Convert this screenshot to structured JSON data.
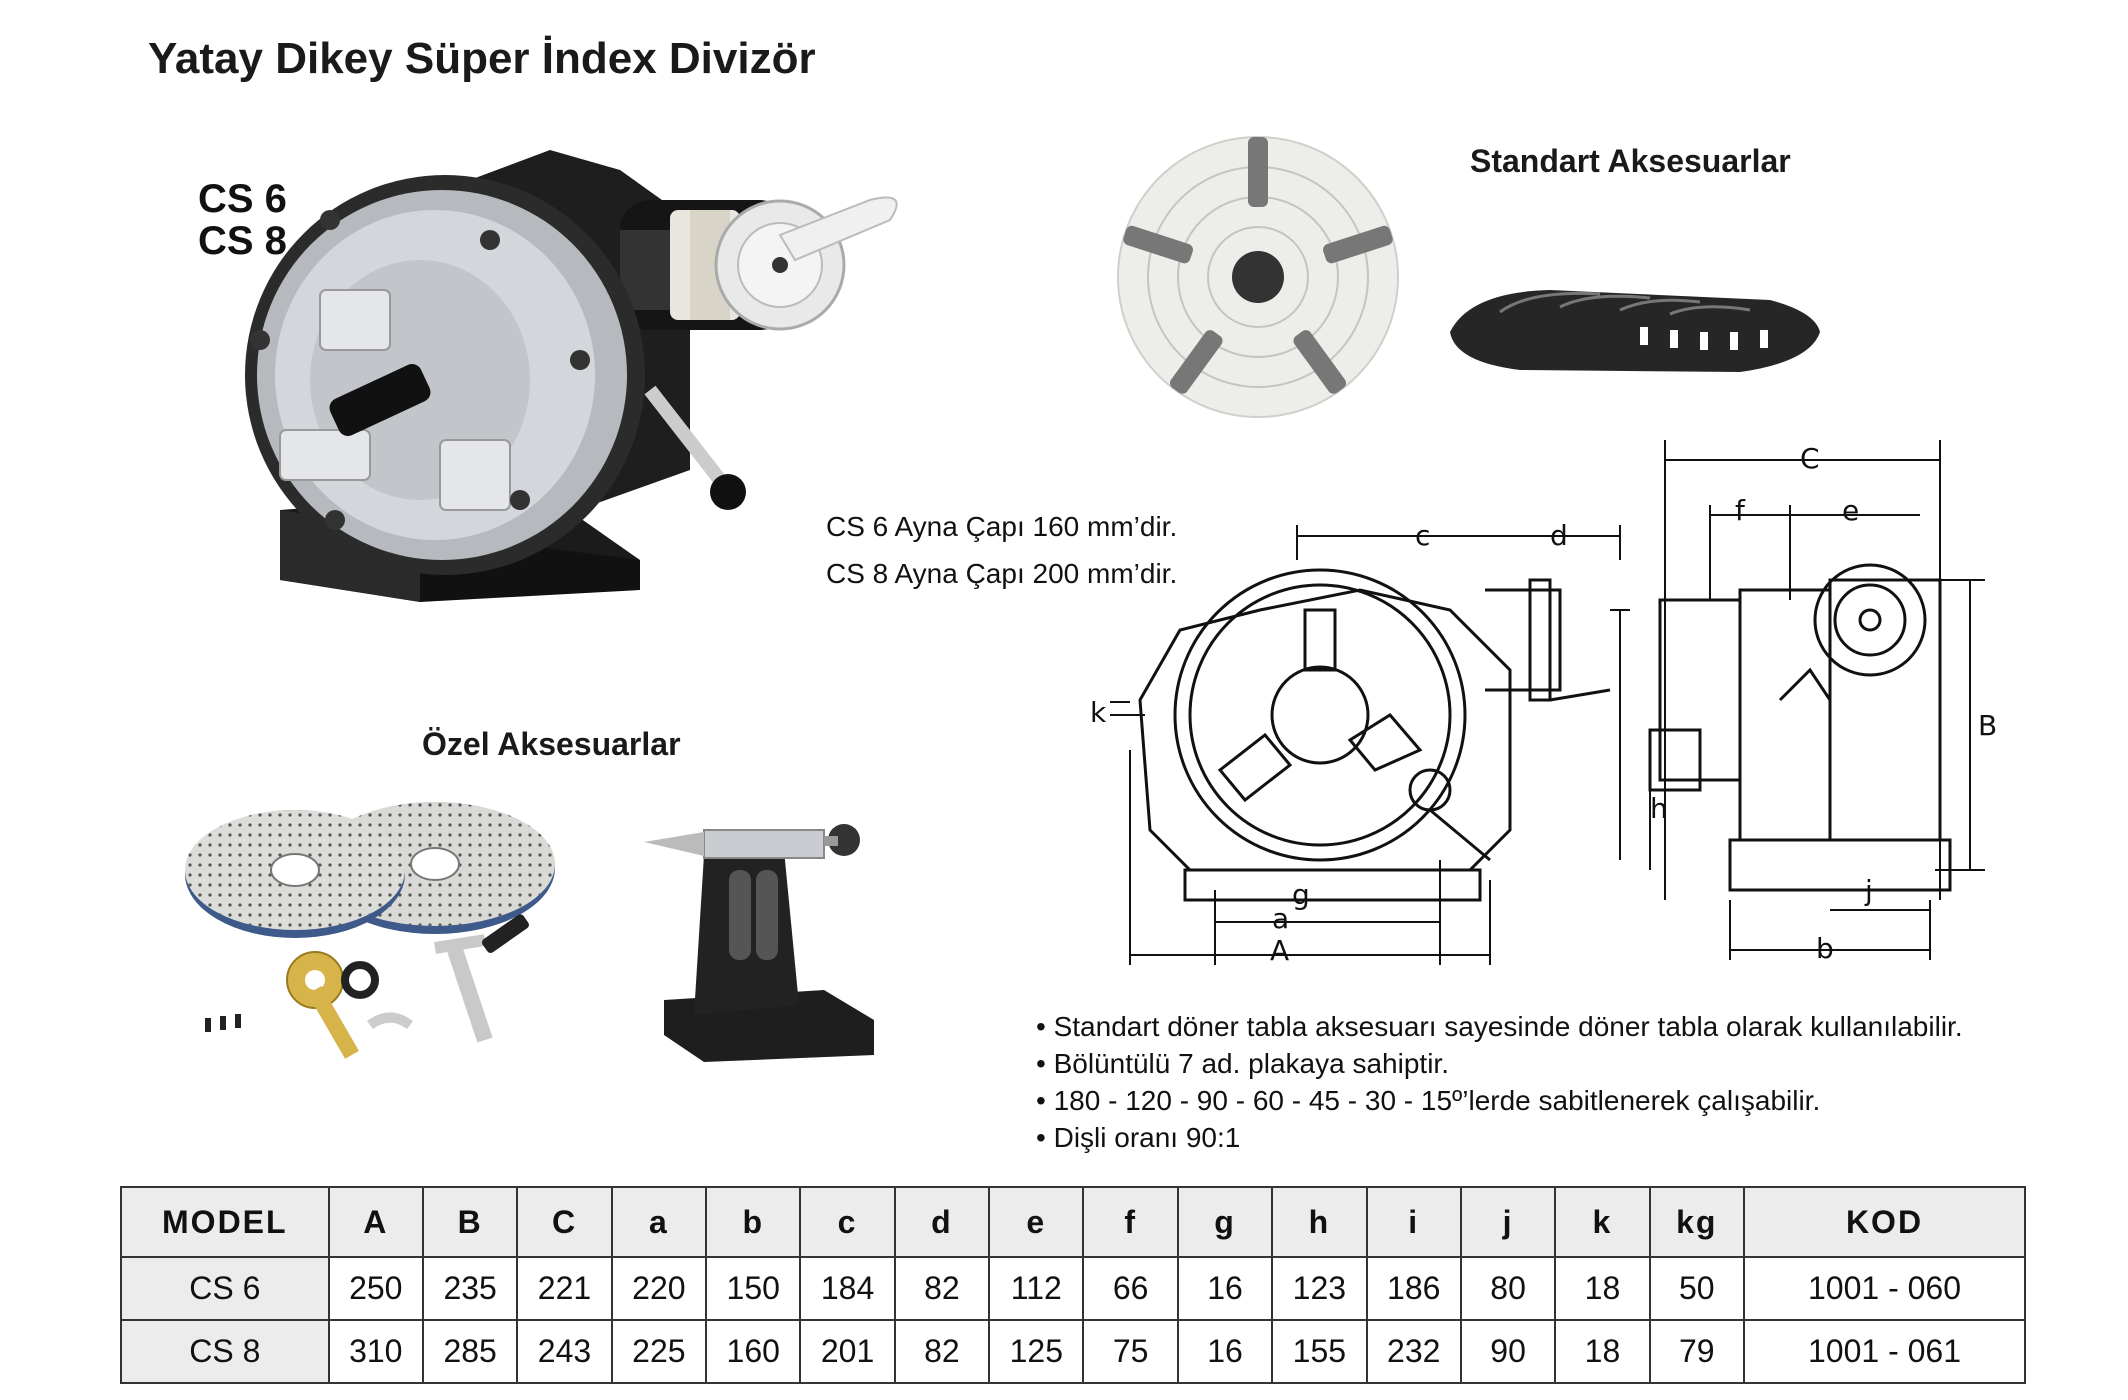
{
  "title": "Yatay Dikey Süper İndex Divizör",
  "models_label": [
    "CS 6",
    "CS 8"
  ],
  "standard_accessories_title": "Standart Aksesuarlar",
  "special_accessories_title": "Özel Aksesuarlar",
  "chuck_notes": [
    "CS 6 Ayna Çapı 160 mm’dir.",
    "CS 8 Ayna Çapı 200 mm’dir."
  ],
  "diagram_labels": {
    "C": "C",
    "c": "c",
    "d": "d",
    "f": "f",
    "e": "e",
    "k": "k",
    "B": "B",
    "h": "h",
    "g": "g",
    "a": "a",
    "A": "A",
    "j": "j",
    "b": "b"
  },
  "features": [
    "Standart döner tabla aksesuarı sayesinde döner tabla olarak kullanılabilir.",
    "Bölüntülü 7 ad. plakaya sahiptir.",
    "180 - 120 - 90 - 60 - 45 - 30 - 15º’lerde sabitlenerek çalışabilir.",
    "Dişli oranı 90:1"
  ],
  "table": {
    "headers": [
      "MODEL",
      "A",
      "B",
      "C",
      "a",
      "b",
      "c",
      "d",
      "e",
      "f",
      "g",
      "h",
      "i",
      "j",
      "k",
      "kg",
      "KOD"
    ],
    "rows": [
      [
        "CS 6",
        "250",
        "235",
        "221",
        "220",
        "150",
        "184",
        "82",
        "112",
        "66",
        "16",
        "123",
        "186",
        "80",
        "18",
        "50",
        "1001 - 060"
      ],
      [
        "CS 8",
        "310",
        "285",
        "243",
        "225",
        "160",
        "201",
        "82",
        "125",
        "75",
        "16",
        "155",
        "232",
        "90",
        "18",
        "79",
        "1001 - 061"
      ]
    ]
  },
  "colors": {
    "cast_iron": "#1b1b1b",
    "steel": "#c9ccd0",
    "plate_bronze": "#c8a24a"
  }
}
